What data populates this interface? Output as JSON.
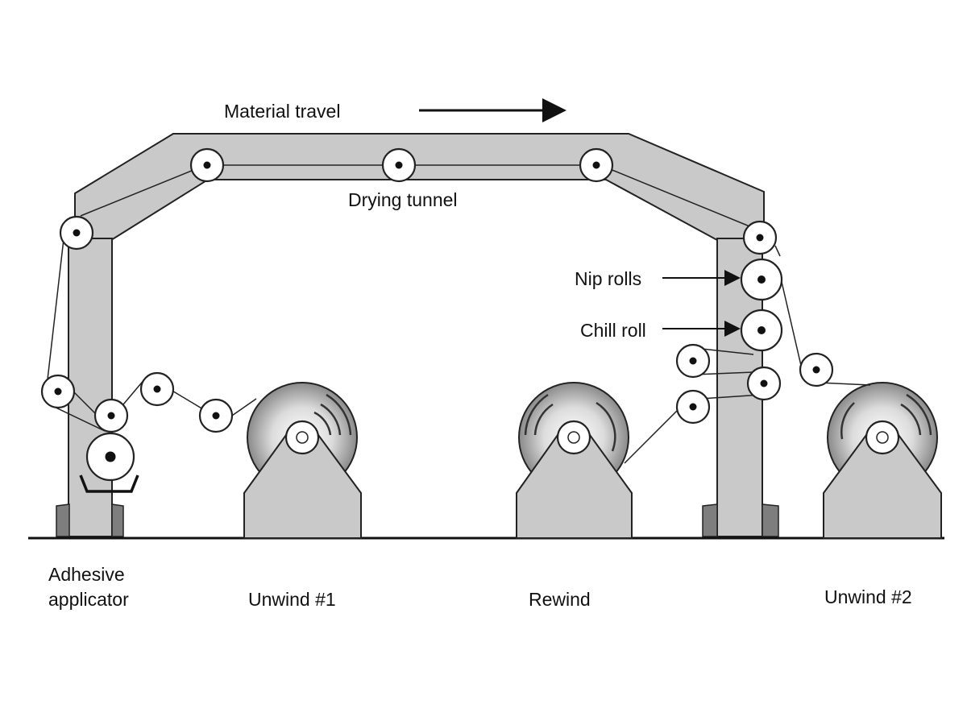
{
  "labels": {
    "material_travel": "Material travel",
    "drying_tunnel": "Drying tunnel",
    "nip_rolls": "Nip rolls",
    "chill_roll": "Chill roll",
    "adhesive_line1": "Adhesive",
    "adhesive_line2": "applicator",
    "unwind1": "Unwind #1",
    "rewind": "Rewind",
    "unwind2": "Unwind #2"
  },
  "colors": {
    "frame_fill": "#c9c9c9",
    "base_fill": "#7e7e7e",
    "ink": "#222222"
  }
}
